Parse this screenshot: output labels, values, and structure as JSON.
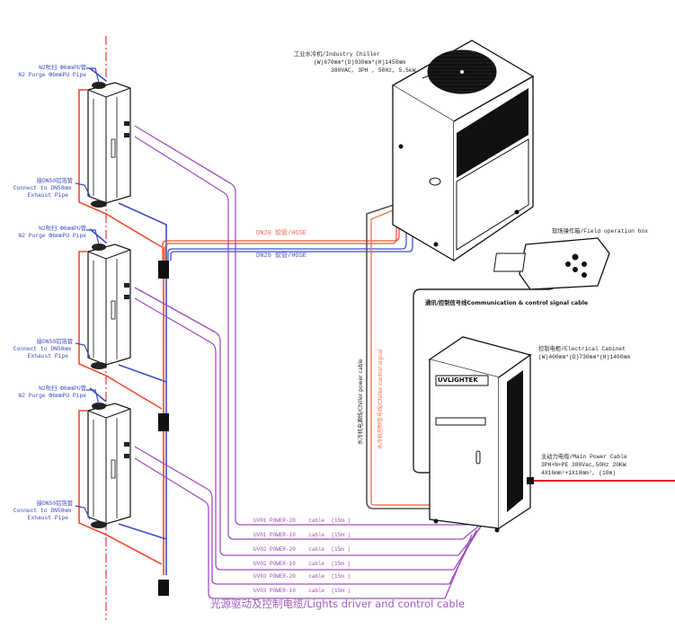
{
  "diagram": {
    "title": "UV curing system wiring & piping layout",
    "colors": {
      "supply_water": "#ee5533",
      "return_water": "#3b50c8",
      "signal_cable": "#a14dbf",
      "power_cable": "#444444",
      "control_signal": "#ee7755",
      "centerline": "#e23b2a",
      "main_power": "#e02020"
    },
    "lamp_units": [
      {
        "id": "UV01",
        "purge_cn": "N2吹扫 Φ6mmPU管",
        "purge_en": "N2 Purge Φ6mmPU Pipe",
        "exhaust_cn": "接DN50铝箔管",
        "exhaust_en_1": "Connect to DN50mm",
        "exhaust_en_2": "Exhaust Pipe"
      },
      {
        "id": "UV02",
        "purge_cn": "N2吹扫 Φ6mmPU管",
        "purge_en": "N2 Purge Φ6mmPU Pipe",
        "exhaust_cn": "接DN50铝箔管",
        "exhaust_en_1": "Connect to DN50mm",
        "exhaust_en_2": "Exhaust Pipe"
      },
      {
        "id": "UV03",
        "purge_cn": "N2吹扫 Φ6mmPU管",
        "purge_en": "N2 Purge Φ6mmPU Pipe",
        "exhaust_cn": "接DN50铝箔管",
        "exhaust_en_1": "Connect to DN50mm",
        "exhaust_en_2": "Exhaust Pipe"
      }
    ],
    "chiller": {
      "name": "工业水冷机/Industry Chiller",
      "dims": "(W)670mm*(D)930mm*(H)1450mm",
      "power": "380VAC, 3PH , 50Hz, 5.5kW"
    },
    "hoses": {
      "supply": "DN20 软管/HOSE",
      "return": "DN20 软管/HOSE"
    },
    "field_box": {
      "name": "现场操作箱/Field operation box"
    },
    "comm_cable": "通讯/控制信号线Communication & control signal cable",
    "chiller_power_cable": "水冷机电源线/Chiller power cable",
    "chiller_control_signal": "水冷机控制信号线/Chiller control signal",
    "cabinet": {
      "name": "控制电柜/Electrical  Cabinet",
      "dims": "(W)400mm*(D)730mm*(H)1400mm",
      "brand": "UVLIGHTEK"
    },
    "main_power": {
      "name": "主动力电缆/Main Power Cable",
      "spec": "3PH+N+PE     380Vac,50Hz 20KW",
      "size": "4X16mm²+1X10mm²,   (10m)"
    },
    "cables": [
      {
        "label": "UV01 POWER-20",
        "type": "cable",
        "length": "(15m )"
      },
      {
        "label": "UV01 POWER-10",
        "type": "cable",
        "length": "(15m )"
      },
      {
        "label": "UV02 POWER-20",
        "type": "cable",
        "length": "(15m )"
      },
      {
        "label": "UV02 POWER-10",
        "type": "cable",
        "length": "(15m )"
      },
      {
        "label": "UV03 POWER-20",
        "type": "cable",
        "length": "(15m )"
      },
      {
        "label": "UV03 POWER-10",
        "type": "cable",
        "length": "(15m )"
      }
    ],
    "lights_cable_title": "光源驱动及控制电缆/Lights driver and control  cable"
  }
}
